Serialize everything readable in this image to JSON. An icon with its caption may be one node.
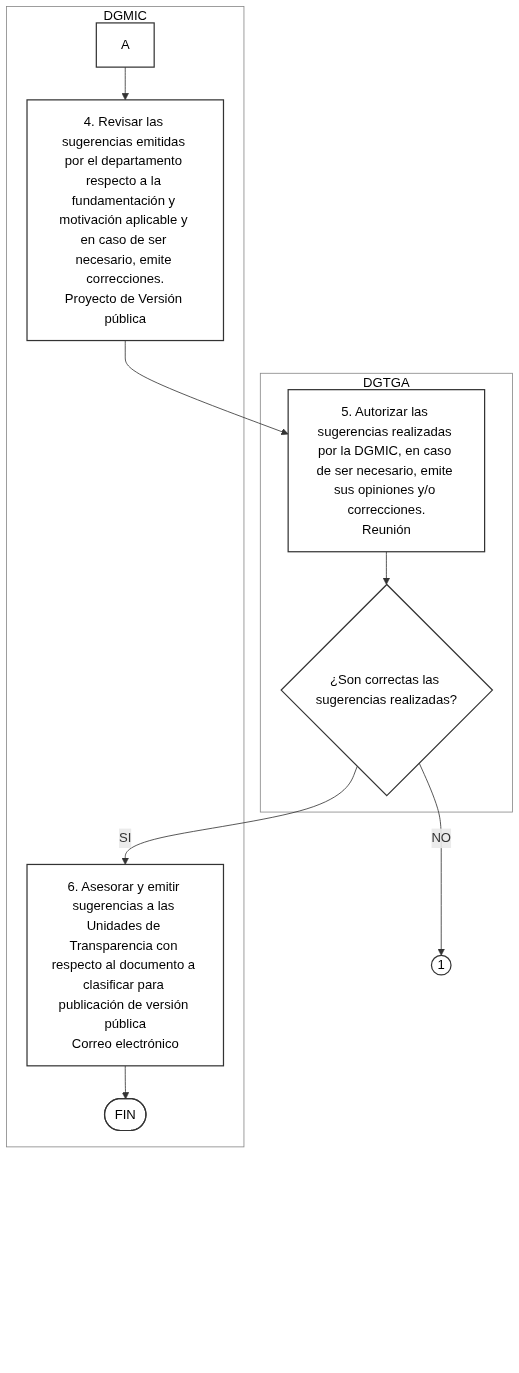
{
  "diagram": {
    "nodes": [
      {
        "text": [
          "DGMIC"
        ]
      },
      {
        "text": [
          "DGTGA"
        ]
      },
      {
        "text": [
          "A"
        ],
        "in": 0
      },
      {
        "text": [
          "4. Revisar las sugerencias emitidas por el departamento respecto a la fundamentación y motivación aplicable y en caso de ser necesario, emite correcciones.",
          "Proyecto de Versión pública"
        ],
        "in": 0
      },
      {
        "text": [
          "5. Autorizar las sugerencias realizadas por la DGMIC, en caso de ser necesario, emite sus opiniones y/o correcciones.",
          "Reunión"
        ],
        "in": 1
      },
      {
        "text": [
          "¿Son correctas las sugerencias realizadas?"
        ],
        "in": 1
      },
      {
        "text": [
          "1"
        ]
      },
      {
        "text": [
          "6. Asesorar y emitir sugerencias a las Unidades de Transparencia con respecto al documento a clasificar para publicación de versión pública",
          "Correo electrónico"
        ],
        "in": 0
      },
      {
        "text": [
          "FIN"
        ],
        "in": 0
      }
    ],
    "edges": [
      {
        "from": 2,
        "to": 3,
        "arrow": "to"
      },
      {
        "from": 3,
        "to": 4,
        "arrow": "to"
      },
      {
        "from": 4,
        "to": 5,
        "arrow": "to"
      },
      {
        "from": 5,
        "to": 6,
        "arrow": "to",
        "label": "NO"
      },
      {
        "from": 5,
        "to": 7,
        "arrow": "to",
        "label": "SI"
      },
      {
        "from": 7,
        "to": 8,
        "arrow": "to"
      }
    ]
  }
}
